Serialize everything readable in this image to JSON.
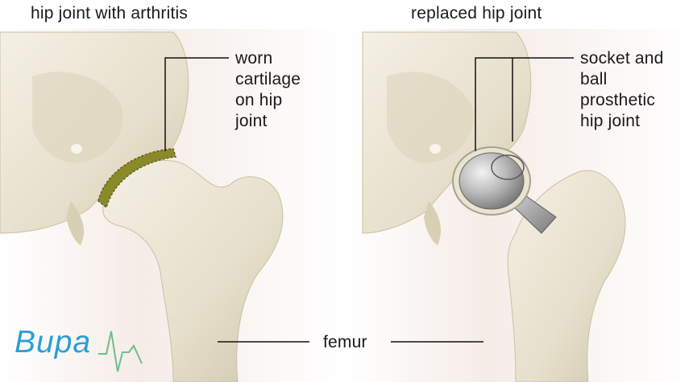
{
  "panels": {
    "left": {
      "title": "hip joint with arthritis"
    },
    "right": {
      "title": "replaced hip joint"
    }
  },
  "callouts": {
    "worn_cartilage": "worn\ncartilage\non hip\njoint",
    "prosthesis": "socket and\nball\nprosthetic\nhip joint",
    "femur": "femur"
  },
  "brand": {
    "name": "Bupa"
  },
  "colors": {
    "bone": "#ebe6d6",
    "bone_shadow": "#cfc6ad",
    "background_tint": "#f3e9e4",
    "cartilage": "#8a8a2a",
    "metal": "#b4b4b4",
    "brand_blue": "#2a9fd8",
    "brand_green": "#6bbf8c"
  }
}
